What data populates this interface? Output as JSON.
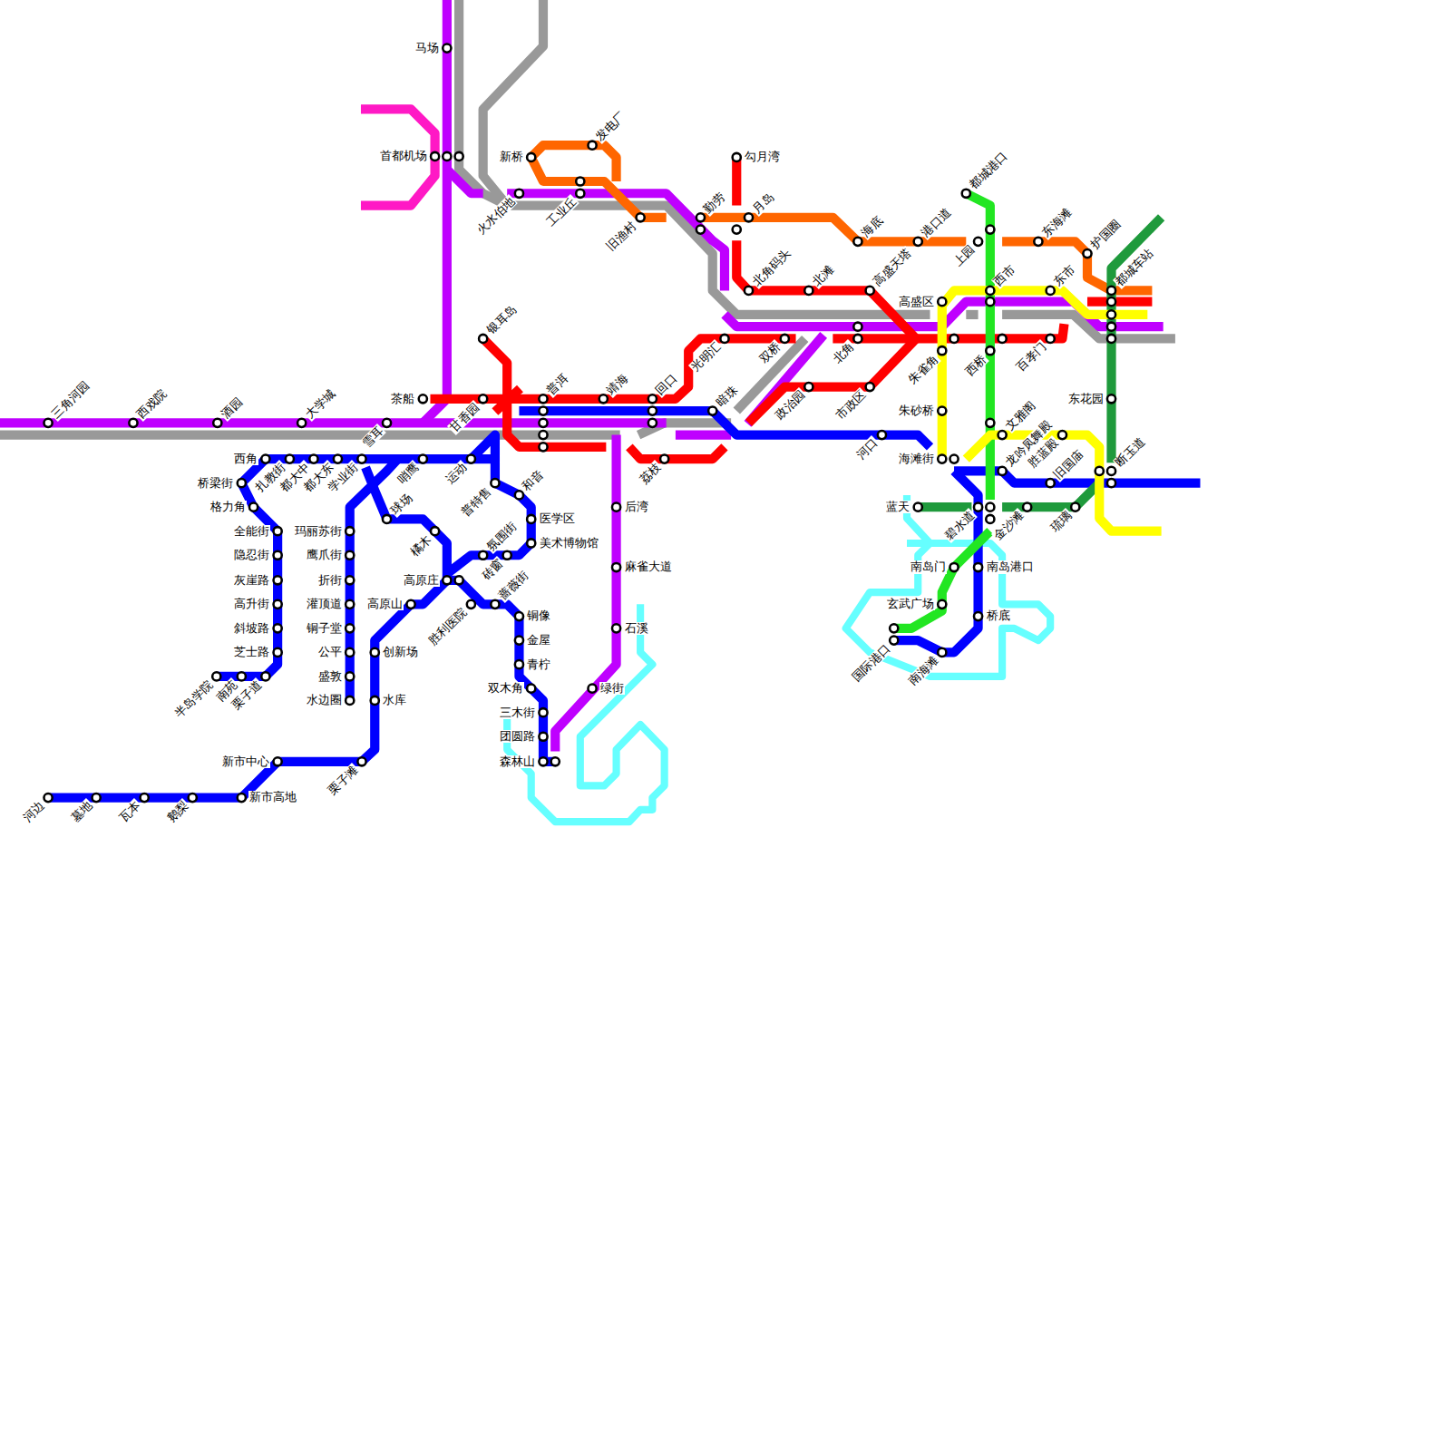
{
  "diagram": {
    "labels": [
      "马场",
      "首都机场",
      "茶船",
      "三角河园",
      "西戏院",
      "酒园",
      "大学城",
      "雪耳",
      "银耳岛",
      "甘香园",
      "普洱",
      "靖海",
      "回口",
      "光明汇",
      "双桥",
      "暗珠",
      "荔枝",
      "新桥",
      "发电厂",
      "火水伯地",
      "工业丘",
      "旧渔村",
      "勤劳",
      "勾月湾",
      "月岛",
      "北角码头",
      "北滩",
      "海底",
      "高盛天塔",
      "港口道",
      "政治园",
      "市政区",
      "北角",
      "高盛区",
      "朱雀角",
      "朱砂桥",
      "河口",
      "海滩街",
      "都城港口",
      "上园",
      "东海滩",
      "西市",
      "东市",
      "护国圈",
      "都城车站",
      "西桥",
      "百孝门",
      "东花园",
      "文雅阁",
      "龙吟凤舞殿",
      "胜蓝殿",
      "旧国庙",
      "断玉道",
      "琉璃",
      "金沙滩",
      "碧水道",
      "蓝天",
      "南岛门",
      "南岛港口",
      "玄武广场",
      "桥底",
      "国际港口",
      "南海滩",
      "西角",
      "扎教街",
      "都大中",
      "都大东",
      "学业街",
      "哨鹰",
      "运动",
      "桥梁街",
      "格力角",
      "全能街",
      "隐忍街",
      "灰崖路",
      "高升街",
      "斜坡路",
      "芝士路",
      "半岛学院",
      "南苑",
      "栗子道",
      "玛丽苏街",
      "鹰爪街",
      "折街",
      "灌顶道",
      "铜子堂",
      "公平",
      "盛敦",
      "水边圈",
      "球场",
      "橘木",
      "高原庄",
      "高原山",
      "胜利医院",
      "蔷薇街",
      "创新场",
      "水库",
      "栗子滩",
      "新市中心",
      "新市高地",
      "河边",
      "墓地",
      "瓦本",
      "鹅梨",
      "普特售",
      "和音",
      "医学区",
      "美术博物馆",
      "氛围街",
      "砖窗",
      "铜像",
      "金屋",
      "青柠",
      "双木角",
      "三木街",
      "团圆路",
      "森林山",
      "后湾",
      "麻雀大道",
      "石溪",
      "绿街"
    ]
  }
}
